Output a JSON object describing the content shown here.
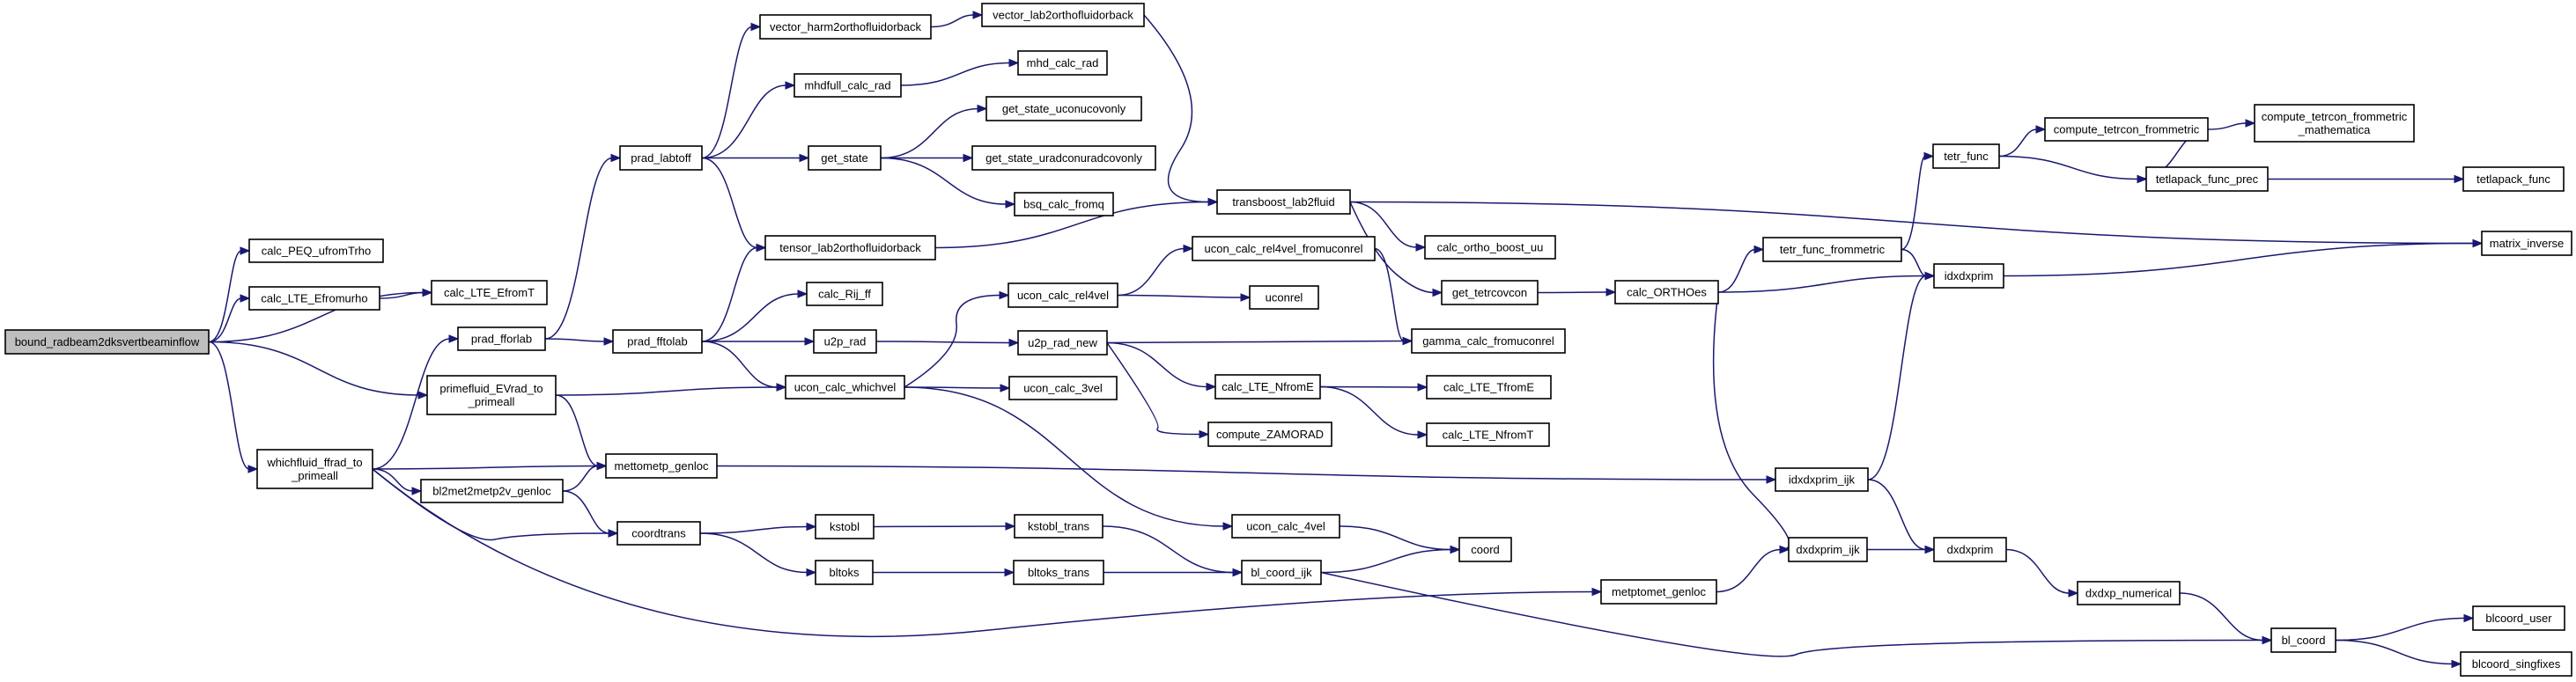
{
  "diagram": {
    "kind": "call-graph",
    "colors": {
      "edge": "#191970",
      "node_border": "#000000",
      "root_fill": "#bfbfbf",
      "node_fill": "#ffffff"
    },
    "nodes": [
      {
        "id": "bound",
        "lines": [
          "bound_radbeam2dksvertbeaminflow"
        ],
        "root": true
      },
      {
        "id": "peq",
        "lines": [
          "calc_PEQ_ufromTrho"
        ]
      },
      {
        "id": "lte_efu",
        "lines": [
          "calc_LTE_Efromurho"
        ]
      },
      {
        "id": "lte_eft",
        "lines": [
          "calc_LTE_EfromT"
        ]
      },
      {
        "id": "whichfluid",
        "lines": [
          "whichfluid_ffrad_to",
          "_primeall"
        ]
      },
      {
        "id": "primefluid",
        "lines": [
          "primefluid_EVrad_to",
          "_primeall"
        ]
      },
      {
        "id": "prad_fforlab",
        "lines": [
          "prad_fforlab"
        ]
      },
      {
        "id": "bl2met",
        "lines": [
          "bl2met2metp2v_genloc"
        ]
      },
      {
        "id": "mettometp",
        "lines": [
          "mettometp_genloc"
        ]
      },
      {
        "id": "coordtrans",
        "lines": [
          "coordtrans"
        ]
      },
      {
        "id": "prad_labtoff",
        "lines": [
          "prad_labtoff"
        ]
      },
      {
        "id": "prad_fftolab",
        "lines": [
          "prad_fftolab"
        ]
      },
      {
        "id": "vec_harm",
        "lines": [
          "vector_harm2orthofluidorback"
        ]
      },
      {
        "id": "vec_lab",
        "lines": [
          "vector_lab2orthofluidorback"
        ]
      },
      {
        "id": "mhdfull",
        "lines": [
          "mhdfull_calc_rad"
        ]
      },
      {
        "id": "mhd_calc_rad",
        "lines": [
          "mhd_calc_rad"
        ]
      },
      {
        "id": "get_state",
        "lines": [
          "get_state"
        ]
      },
      {
        "id": "gs_ucon",
        "lines": [
          "get_state_uconucovonly"
        ]
      },
      {
        "id": "gs_urad",
        "lines": [
          "get_state_uradconuradcovonly"
        ]
      },
      {
        "id": "bsq",
        "lines": [
          "bsq_calc_fromq"
        ]
      },
      {
        "id": "tensor",
        "lines": [
          "tensor_lab2orthofluidorback"
        ]
      },
      {
        "id": "rij",
        "lines": [
          "calc_Rij_ff"
        ]
      },
      {
        "id": "u2p_rad",
        "lines": [
          "u2p_rad"
        ]
      },
      {
        "id": "ucon_which",
        "lines": [
          "ucon_calc_whichvel"
        ]
      },
      {
        "id": "ucon_rel4",
        "lines": [
          "ucon_calc_rel4vel"
        ]
      },
      {
        "id": "ucon_rel4_fu",
        "lines": [
          "ucon_calc_rel4vel_fromuconrel"
        ]
      },
      {
        "id": "uconrel",
        "lines": [
          "uconrel"
        ]
      },
      {
        "id": "u2p_rad_new",
        "lines": [
          "u2p_rad_new"
        ]
      },
      {
        "id": "ucon_3",
        "lines": [
          "ucon_calc_3vel"
        ]
      },
      {
        "id": "ucon_4",
        "lines": [
          "ucon_calc_4vel"
        ]
      },
      {
        "id": "transboost",
        "lines": [
          "transboost_lab2fluid"
        ]
      },
      {
        "id": "ortho_boost",
        "lines": [
          "calc_ortho_boost_uu"
        ]
      },
      {
        "id": "get_tetr",
        "lines": [
          "get_tetrcovcon"
        ]
      },
      {
        "id": "gamma",
        "lines": [
          "gamma_calc_fromuconrel"
        ]
      },
      {
        "id": "lte_nfe",
        "lines": [
          "calc_LTE_NfromE"
        ]
      },
      {
        "id": "lte_tfe",
        "lines": [
          "calc_LTE_TfromE"
        ]
      },
      {
        "id": "lte_nft",
        "lines": [
          "calc_LTE_NfromT"
        ]
      },
      {
        "id": "zamorad",
        "lines": [
          "compute_ZAMORAD"
        ]
      },
      {
        "id": "kstobl",
        "lines": [
          "kstobl"
        ]
      },
      {
        "id": "kstobl_trans",
        "lines": [
          "kstobl_trans"
        ]
      },
      {
        "id": "bltoks",
        "lines": [
          "bltoks"
        ]
      },
      {
        "id": "bltoks_trans",
        "lines": [
          "bltoks_trans"
        ]
      },
      {
        "id": "bl_coord_ijk",
        "lines": [
          "bl_coord_ijk"
        ]
      },
      {
        "id": "coord",
        "lines": [
          "coord"
        ]
      },
      {
        "id": "metptomet",
        "lines": [
          "metptomet_genloc"
        ]
      },
      {
        "id": "calc_orthoes",
        "lines": [
          "calc_ORTHOes"
        ]
      },
      {
        "id": "tetr_func_fm",
        "lines": [
          "tetr_func_frommetric"
        ]
      },
      {
        "id": "tetr_func",
        "lines": [
          "tetr_func"
        ]
      },
      {
        "id": "tetrcon_fm",
        "lines": [
          "compute_tetrcon_frommetric"
        ]
      },
      {
        "id": "tetrcon_math",
        "lines": [
          "compute_tetrcon_frommetric",
          "_mathematica"
        ]
      },
      {
        "id": "tetlapack_prec",
        "lines": [
          "tetlapack_func_prec"
        ]
      },
      {
        "id": "tetlapack",
        "lines": [
          "tetlapack_func"
        ]
      },
      {
        "id": "matrix_inverse",
        "lines": [
          "matrix_inverse"
        ]
      },
      {
        "id": "idxdxprim",
        "lines": [
          "idxdxprim"
        ]
      },
      {
        "id": "idxdxprim_ijk",
        "lines": [
          "idxdxprim_ijk"
        ]
      },
      {
        "id": "dxdxprim_ijk",
        "lines": [
          "dxdxprim_ijk"
        ]
      },
      {
        "id": "dxdxprim",
        "lines": [
          "dxdxprim"
        ]
      },
      {
        "id": "dxdxp_num",
        "lines": [
          "dxdxp_numerical"
        ]
      },
      {
        "id": "bl_coord",
        "lines": [
          "bl_coord"
        ]
      },
      {
        "id": "blcoord_user",
        "lines": [
          "blcoord_user"
        ]
      },
      {
        "id": "blcoord_sing",
        "lines": [
          "blcoord_singfixes"
        ]
      }
    ]
  }
}
